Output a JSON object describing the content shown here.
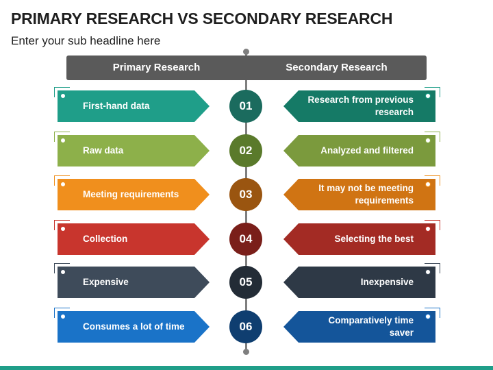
{
  "title": "PRIMARY RESEARCH VS SECONDARY RESEARCH",
  "subtitle": "Enter your sub headline here",
  "header": {
    "left": "Primary Research",
    "right": "Secondary Research"
  },
  "rows": [
    {
      "number": "01",
      "left": "First-hand data",
      "right": "Research from previous research",
      "left_color": "#1f9e89",
      "right_color": "#157a66",
      "circle_color": "#1b6b5e",
      "accent_color": "#1f9e89"
    },
    {
      "number": "02",
      "left": "Raw data",
      "right": "Analyzed and filtered",
      "left_color": "#8db04a",
      "right_color": "#7b9a3d",
      "circle_color": "#5a7a2b",
      "accent_color": "#8db04a"
    },
    {
      "number": "03",
      "left": "Meeting requirements",
      "right": "It may not be meeting requirements",
      "left_color": "#f08f1d",
      "right_color": "#d07413",
      "circle_color": "#9a5510",
      "accent_color": "#f08f1d"
    },
    {
      "number": "04",
      "left": "Collection",
      "right": "Selecting the best",
      "left_color": "#c8352d",
      "right_color": "#a32b24",
      "circle_color": "#7a1f1a",
      "accent_color": "#c8352d"
    },
    {
      "number": "05",
      "left": "Expensive",
      "right": "Inexpensive",
      "left_color": "#3e4b5a",
      "right_color": "#2e3946",
      "circle_color": "#232c36",
      "accent_color": "#3e4b5a"
    },
    {
      "number": "06",
      "left": "Consumes a lot of time",
      "right": "Comparatively time saver",
      "left_color": "#1a73c8",
      "right_color": "#14559a",
      "circle_color": "#0f3e70",
      "accent_color": "#1a73c8"
    }
  ]
}
